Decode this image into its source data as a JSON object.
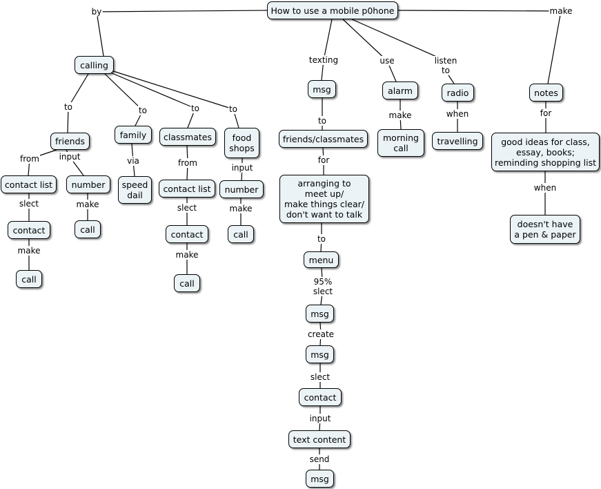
{
  "concepts": {
    "root": "How to use a mobile p0hone",
    "calling": "calling",
    "friends": "friends",
    "family": "family",
    "classmates": "classmates",
    "food_shops": "food\nshops",
    "contact_list_1": "contact list",
    "number_1": "number",
    "speed_dial": "speed\ndail",
    "contact_list_2": "contact list",
    "number_2": "number",
    "contact_1": "contact",
    "call_1": "call",
    "contact_2": "contact",
    "call_2": "call",
    "call_3": "call",
    "call_4": "call",
    "msg_1": "msg",
    "friends_classmates": "friends/classmates",
    "arranging": "arranging to\nmeet up/\nmake things clear/\ndon't want to talk",
    "menu": "menu",
    "msg_2": "msg",
    "msg_3": "msg",
    "contact_3": "contact",
    "text_content": "text content",
    "msg_4": "msg",
    "alarm": "alarm",
    "morning_call": "morning\ncall",
    "radio": "radio",
    "travelling": "travelling",
    "notes": "notes",
    "good_ideas": "good ideas for class,\nessay, books;\nreminding shopping list",
    "no_pen": "doesn't have\na pen & paper"
  },
  "linking_phrases": {
    "by": "by",
    "make_top": "make",
    "texting": "texting",
    "use": "use",
    "listen_to": "listen\nto",
    "to_friends": "to",
    "to_family": "to",
    "to_classmates": "to",
    "to_food": "to",
    "from_friends": "from",
    "input_friends": "input",
    "via": "via",
    "from_classmates": "from",
    "input_food": "input",
    "slect_1": "slect",
    "make_1": "make",
    "slect_2": "slect",
    "make_4": "make",
    "make_2": "make",
    "make_3": "make",
    "to_msg": "to",
    "for_msg": "for",
    "to_menu": "to",
    "pct_slect": "95%\nslect",
    "create": "create",
    "slect_3": "slect",
    "input_3": "input",
    "send": "send",
    "make_alarm": "make",
    "when_radio": "when",
    "for_notes": "for",
    "when_notes": "when"
  }
}
